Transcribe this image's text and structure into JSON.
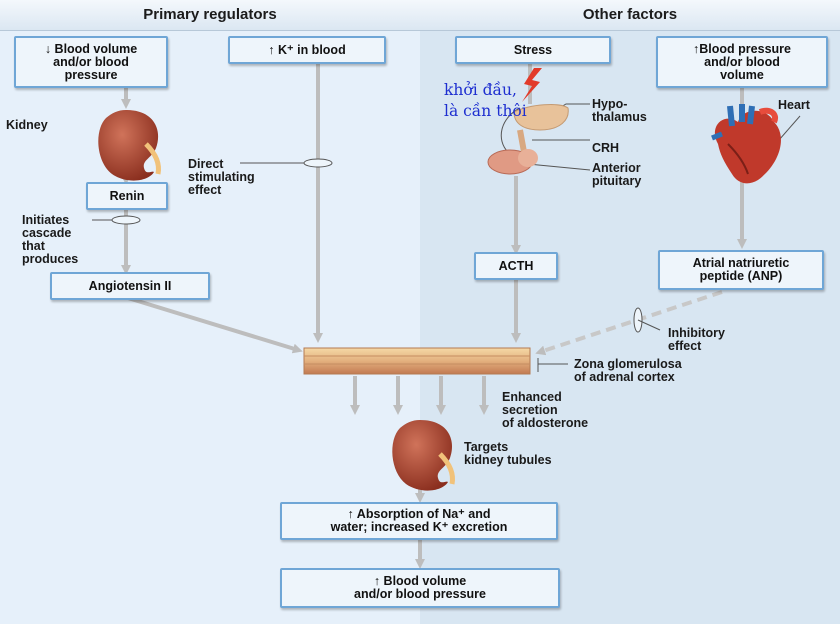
{
  "headers": {
    "left": "Primary regulators",
    "right": "Other factors"
  },
  "boxes": {
    "blood_volume_low": "↓ Blood volume\nand/or blood\npressure",
    "k_blood": "↑ K⁺ in  blood",
    "stress": "Stress",
    "bp_high": "↑Blood pressure\nand/or blood\nvolume",
    "renin": "Renin",
    "angiotensin": "Angiotensin II",
    "acth": "ACTH",
    "anp": "Atrial natriuretic\npeptide (ANP)",
    "absorption": "↑ Absorption of Na⁺  and\nwater; increased K⁺ excretion",
    "bp_result": "↑ Blood volume\nand/or blood pressure"
  },
  "labels": {
    "kidney": "Kidney",
    "direct": "Direct\nstimulating\neffect",
    "initiates": "Initiates\ncascade\nthat\nproduces",
    "hypothalamus": "Hypo-\nthalamus",
    "crh": "CRH",
    "anterior_pituitary": "Anterior\npituitary",
    "heart": "Heart",
    "inhibitory": "Inhibitory\neffect",
    "zona": "Zona glomerulosa\nof adrenal cortex",
    "enhanced": "Enhanced\nsecretion\nof aldosterone",
    "targets": "Targets\nkidney tubules"
  },
  "annotation": {
    "line1": "khởi đầu,",
    "line2": "là cần thôi"
  },
  "colors": {
    "box_border": "#6fa6d6",
    "arrow": "#bdbdbd",
    "annotation": "#1e2fd0",
    "lightning": "#e23b2a"
  }
}
